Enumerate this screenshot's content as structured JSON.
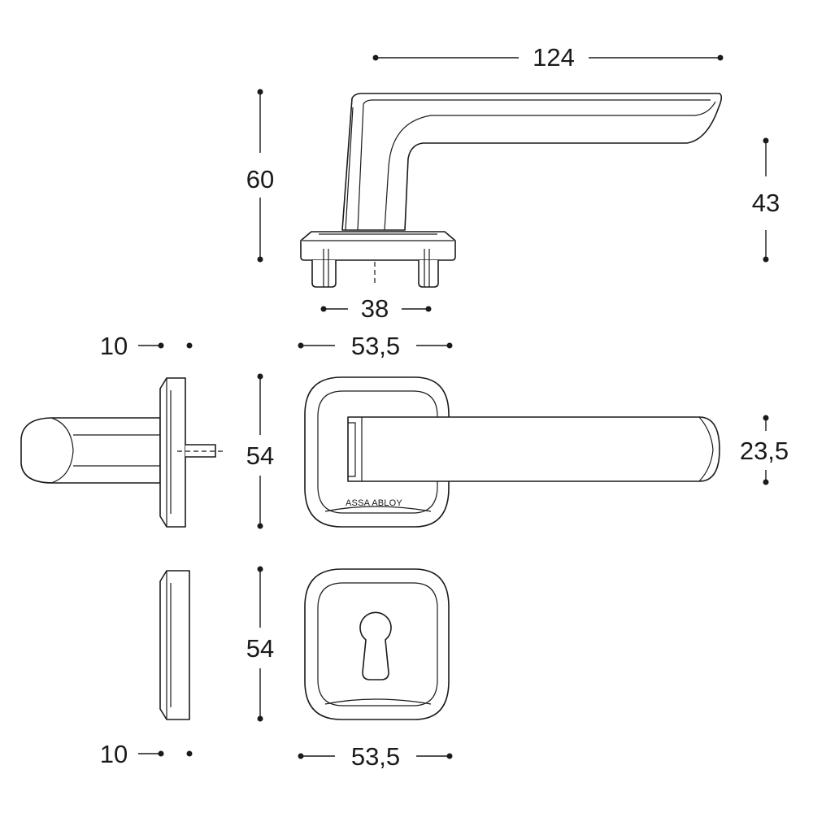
{
  "colors": {
    "line": "#1a1a1a",
    "background": "#ffffff"
  },
  "brand_text": "ASSA ABLOY",
  "dimensions": {
    "lever_length": "124",
    "total_height": "60",
    "lever_height": "43",
    "pin_spacing": "38",
    "rose_thickness_top": "10",
    "rose_width_top": "53,5",
    "rose_height_top": "54",
    "lever_thickness": "23,5",
    "rose_height_bottom": "54",
    "rose_thickness_bottom": "10",
    "rose_width_bottom": "53,5"
  }
}
